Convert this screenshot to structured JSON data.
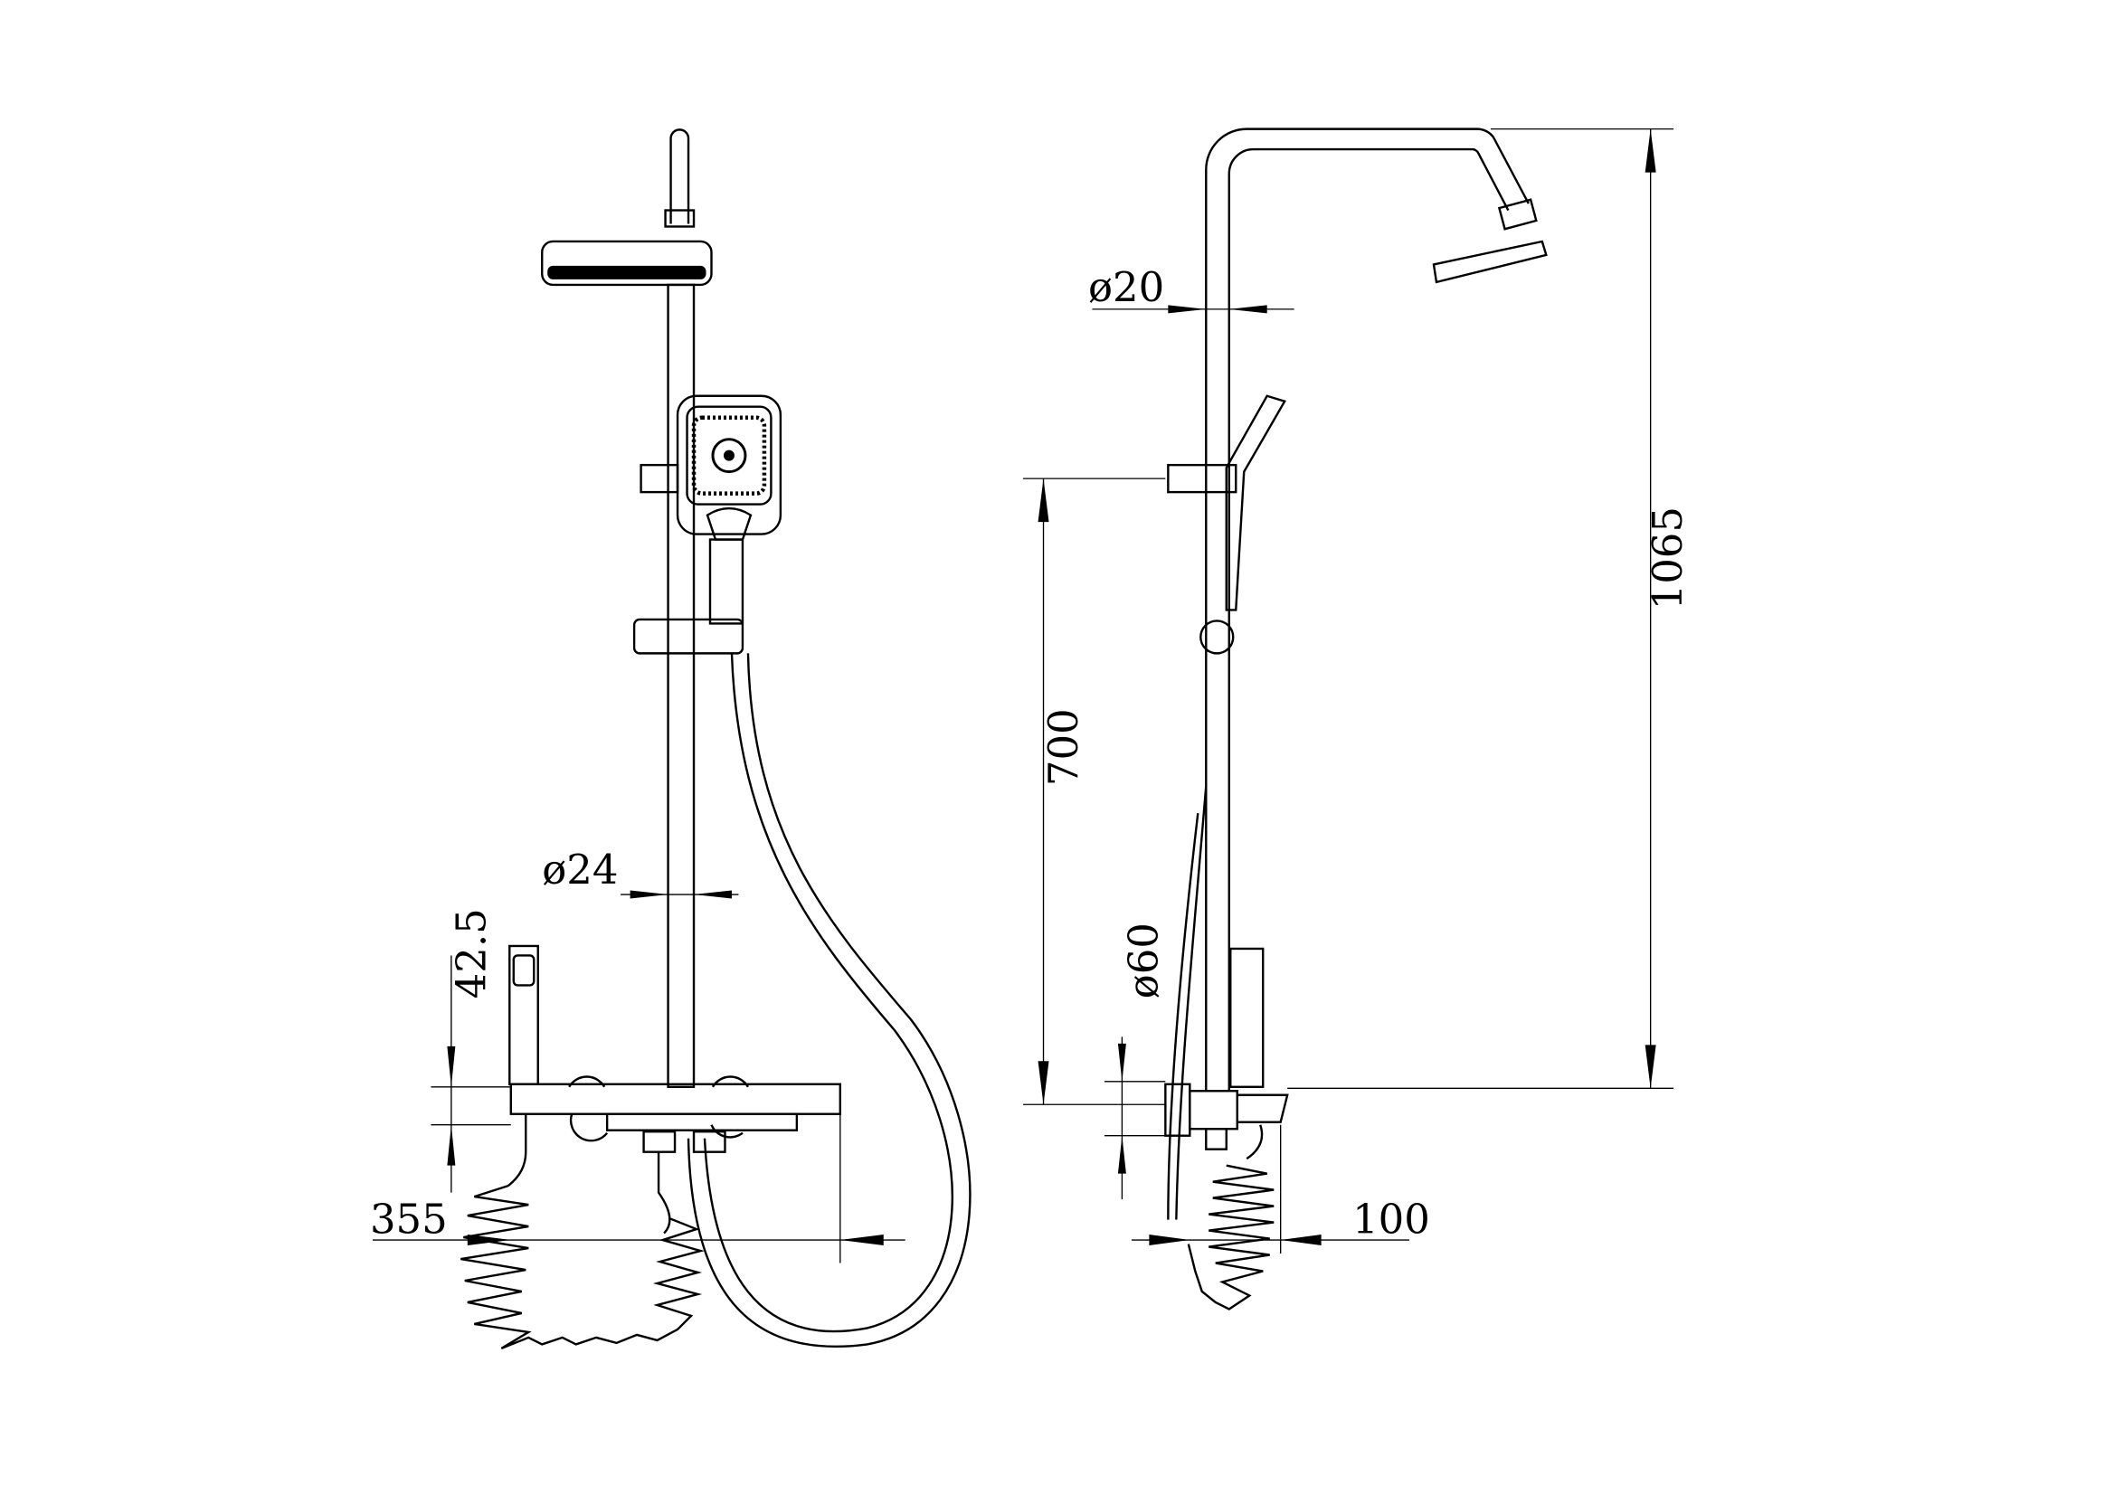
{
  "drawing": {
    "front_view": {
      "dimensions": {
        "pipe_diameter": "ø24",
        "handset_offset": "42.5",
        "shelf_width": "355"
      }
    },
    "side_view": {
      "dimensions": {
        "pipe_diameter": "ø20",
        "slider_height": "700",
        "total_height": "1065",
        "mixer_diameter": "ø60",
        "projection": "100"
      }
    },
    "line_color": "#000000",
    "background": "#ffffff"
  }
}
